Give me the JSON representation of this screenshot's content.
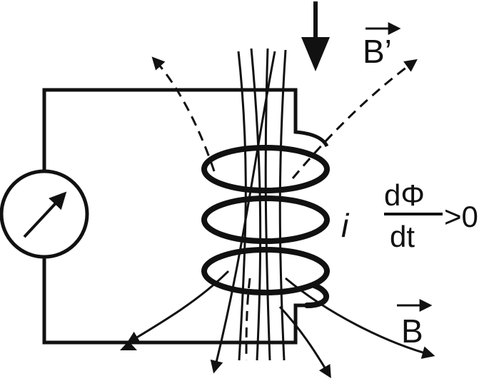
{
  "labels": {
    "induced_field": "B’",
    "field": "B",
    "current": "i",
    "flux_numerator": "dΦ",
    "flux_denominator": "dt",
    "flux_relation": ">0"
  }
}
